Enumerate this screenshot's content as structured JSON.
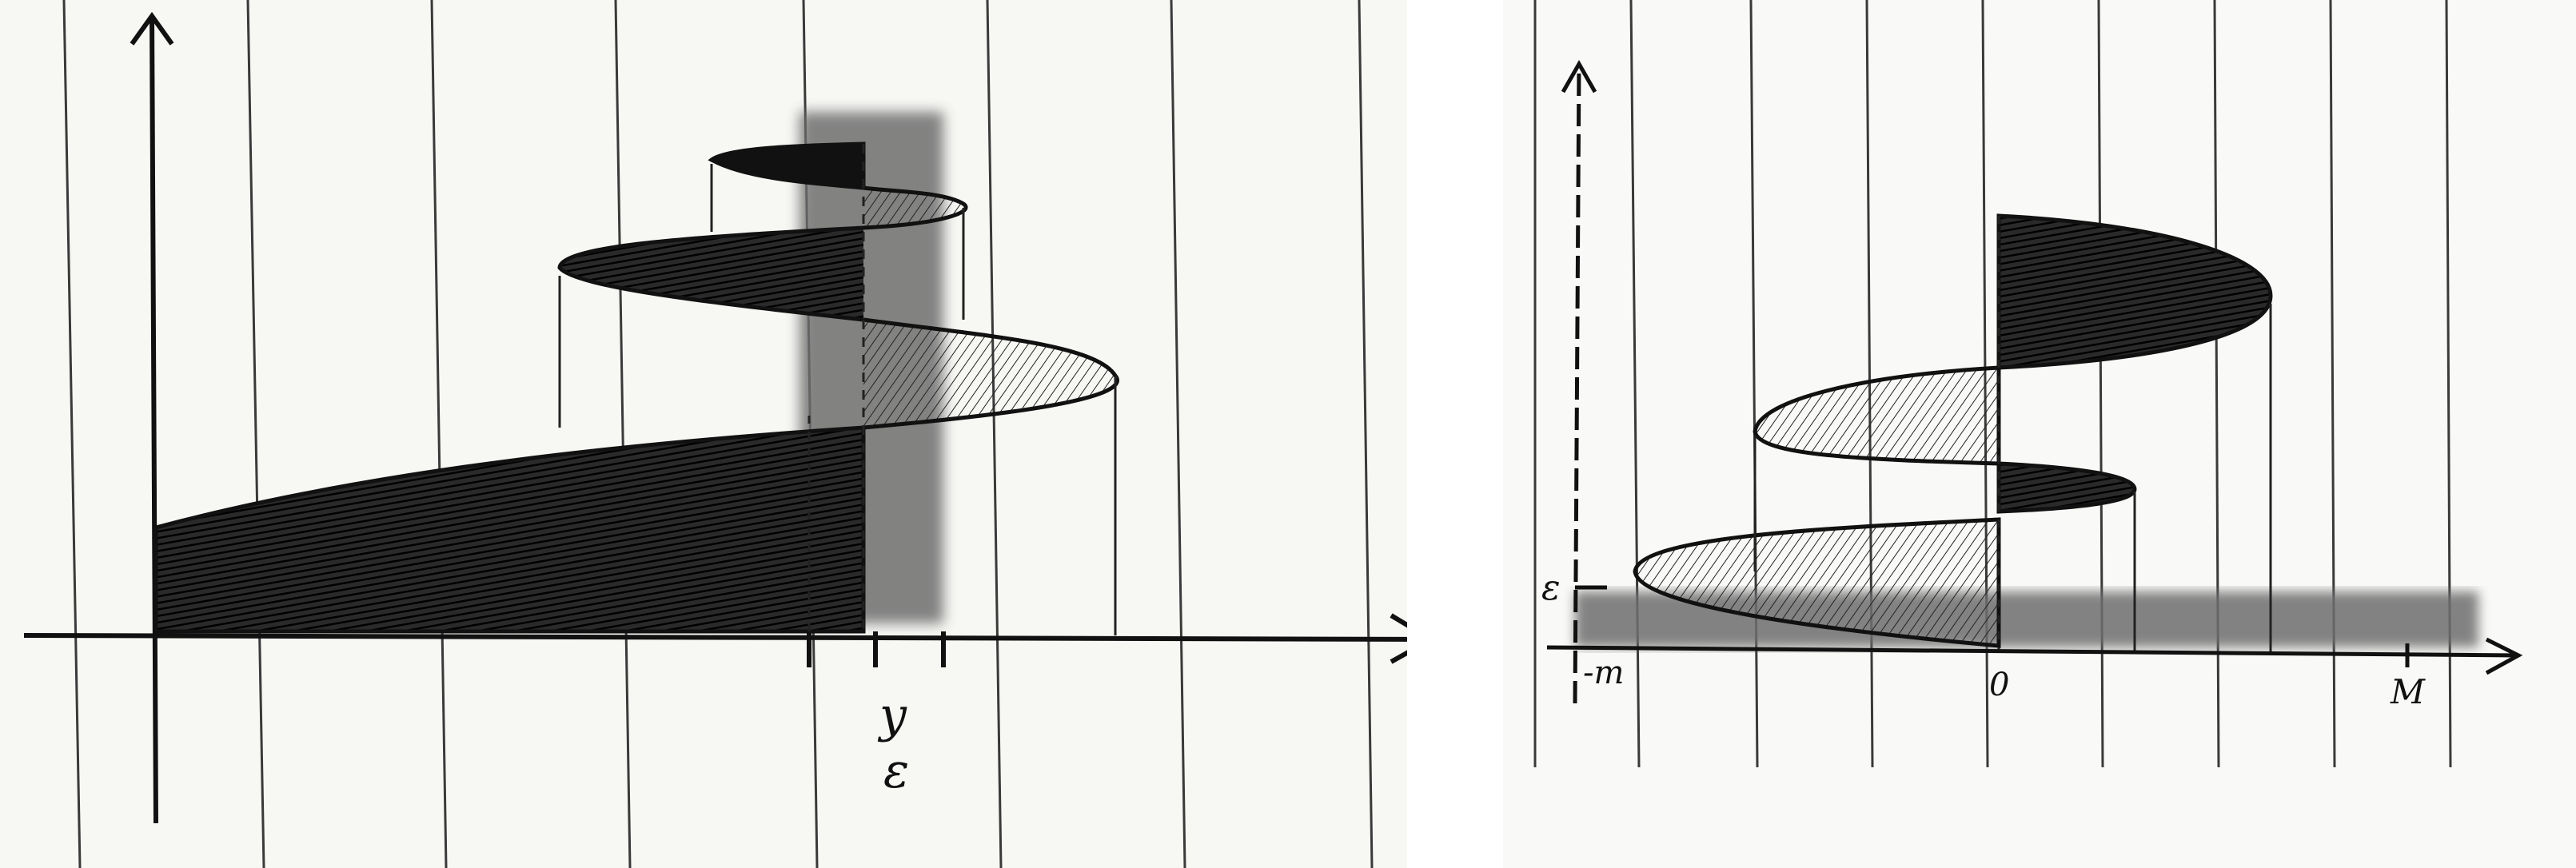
{
  "left_figure": {
    "tick_label_y": "y",
    "tick_label_eps": "ε"
  },
  "right_figure": {
    "axis_label_eps": "ε",
    "tick_label_neg_m": "-m",
    "tick_label_zero": "0",
    "tick_label_M": "M"
  },
  "colors": {
    "ink": "#111111",
    "paper": "#f7f7f4",
    "rule_line": "#3a3a3a",
    "shadow": "#6e6e6e"
  }
}
